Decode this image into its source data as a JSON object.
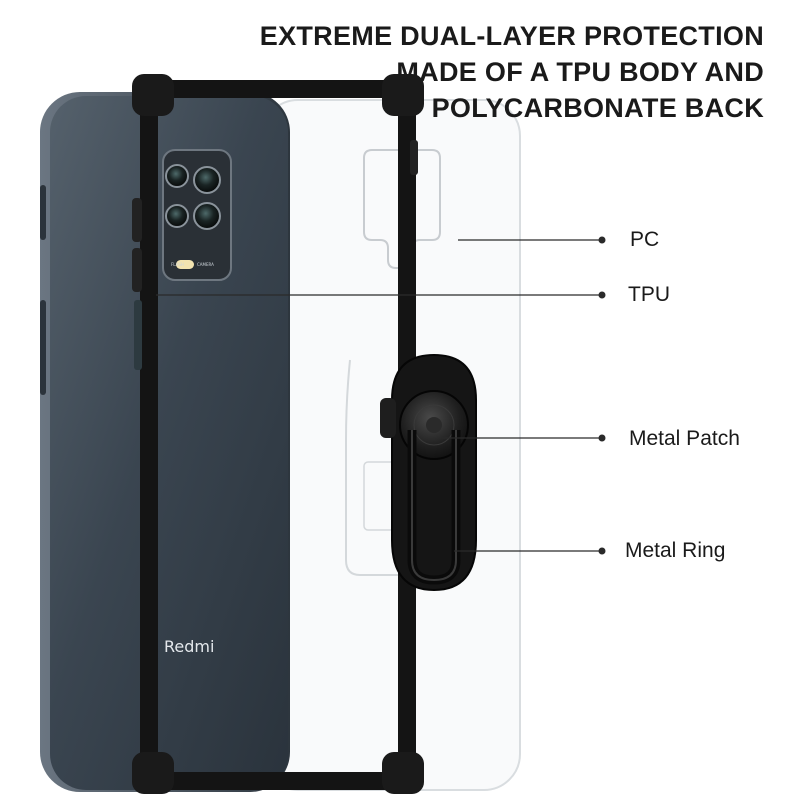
{
  "headline": {
    "line1": "EXTREME DUAL-LAYER PROTECTION",
    "line2": "MADE OF A TPU BODY AND",
    "line3": "POLYCARBONATE BACK"
  },
  "callouts": {
    "pc": "PC",
    "tpu": "TPU",
    "metal_patch": "Metal Patch",
    "metal_ring": "Metal Ring"
  },
  "phone": {
    "brand": "Redmi",
    "flash_label": "FLASH",
    "camera_label": "CAMERA"
  },
  "colors": {
    "phone_body": "#3a4550",
    "bumper": "#141414",
    "text": "#1a1a1a",
    "background": "#ffffff"
  }
}
